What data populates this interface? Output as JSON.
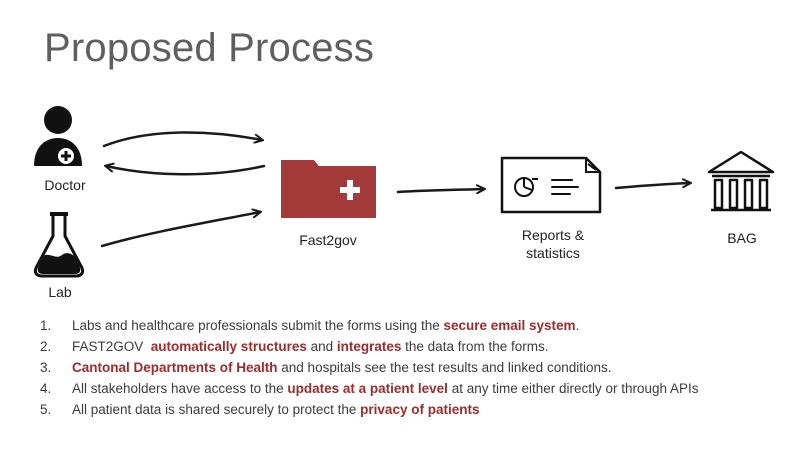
{
  "title": "Proposed Process",
  "nodes": {
    "doctor": "Doctor",
    "lab": "Lab",
    "fast2gov": "Fast2gov",
    "reports_line1": "Reports &",
    "reports_line2": "statistics",
    "bag": "BAG"
  },
  "colors": {
    "accent": "#9b2c2c",
    "folder": "#a33a3a",
    "title": "#5f5f5f",
    "text": "#3c3c3c"
  },
  "steps": [
    {
      "num": "1.",
      "a": "Labs and healthcare professionals submit the forms using the ",
      "b": "secure email system",
      "c": ".",
      "d": "",
      "e": ""
    },
    {
      "num": "2.",
      "a": "FAST2GOV  ",
      "b": "automatically structures",
      "c": " and ",
      "d": "integrates",
      "e": " the data from the forms."
    },
    {
      "num": "3.",
      "a": "",
      "b": "Cantonal Departments of Health",
      "c": " and hospitals see the test results and linked conditions.",
      "d": "",
      "e": ""
    },
    {
      "num": "4.",
      "a": "All stakeholders have access to the ",
      "b": "updates at a patient level",
      "c": " at any time either directly or through APIs",
      "d": "",
      "e": ""
    },
    {
      "num": "5.",
      "a": "All patient data is shared securely to protect the ",
      "b": "privacy of patients",
      "c": "",
      "d": "",
      "e": ""
    }
  ]
}
